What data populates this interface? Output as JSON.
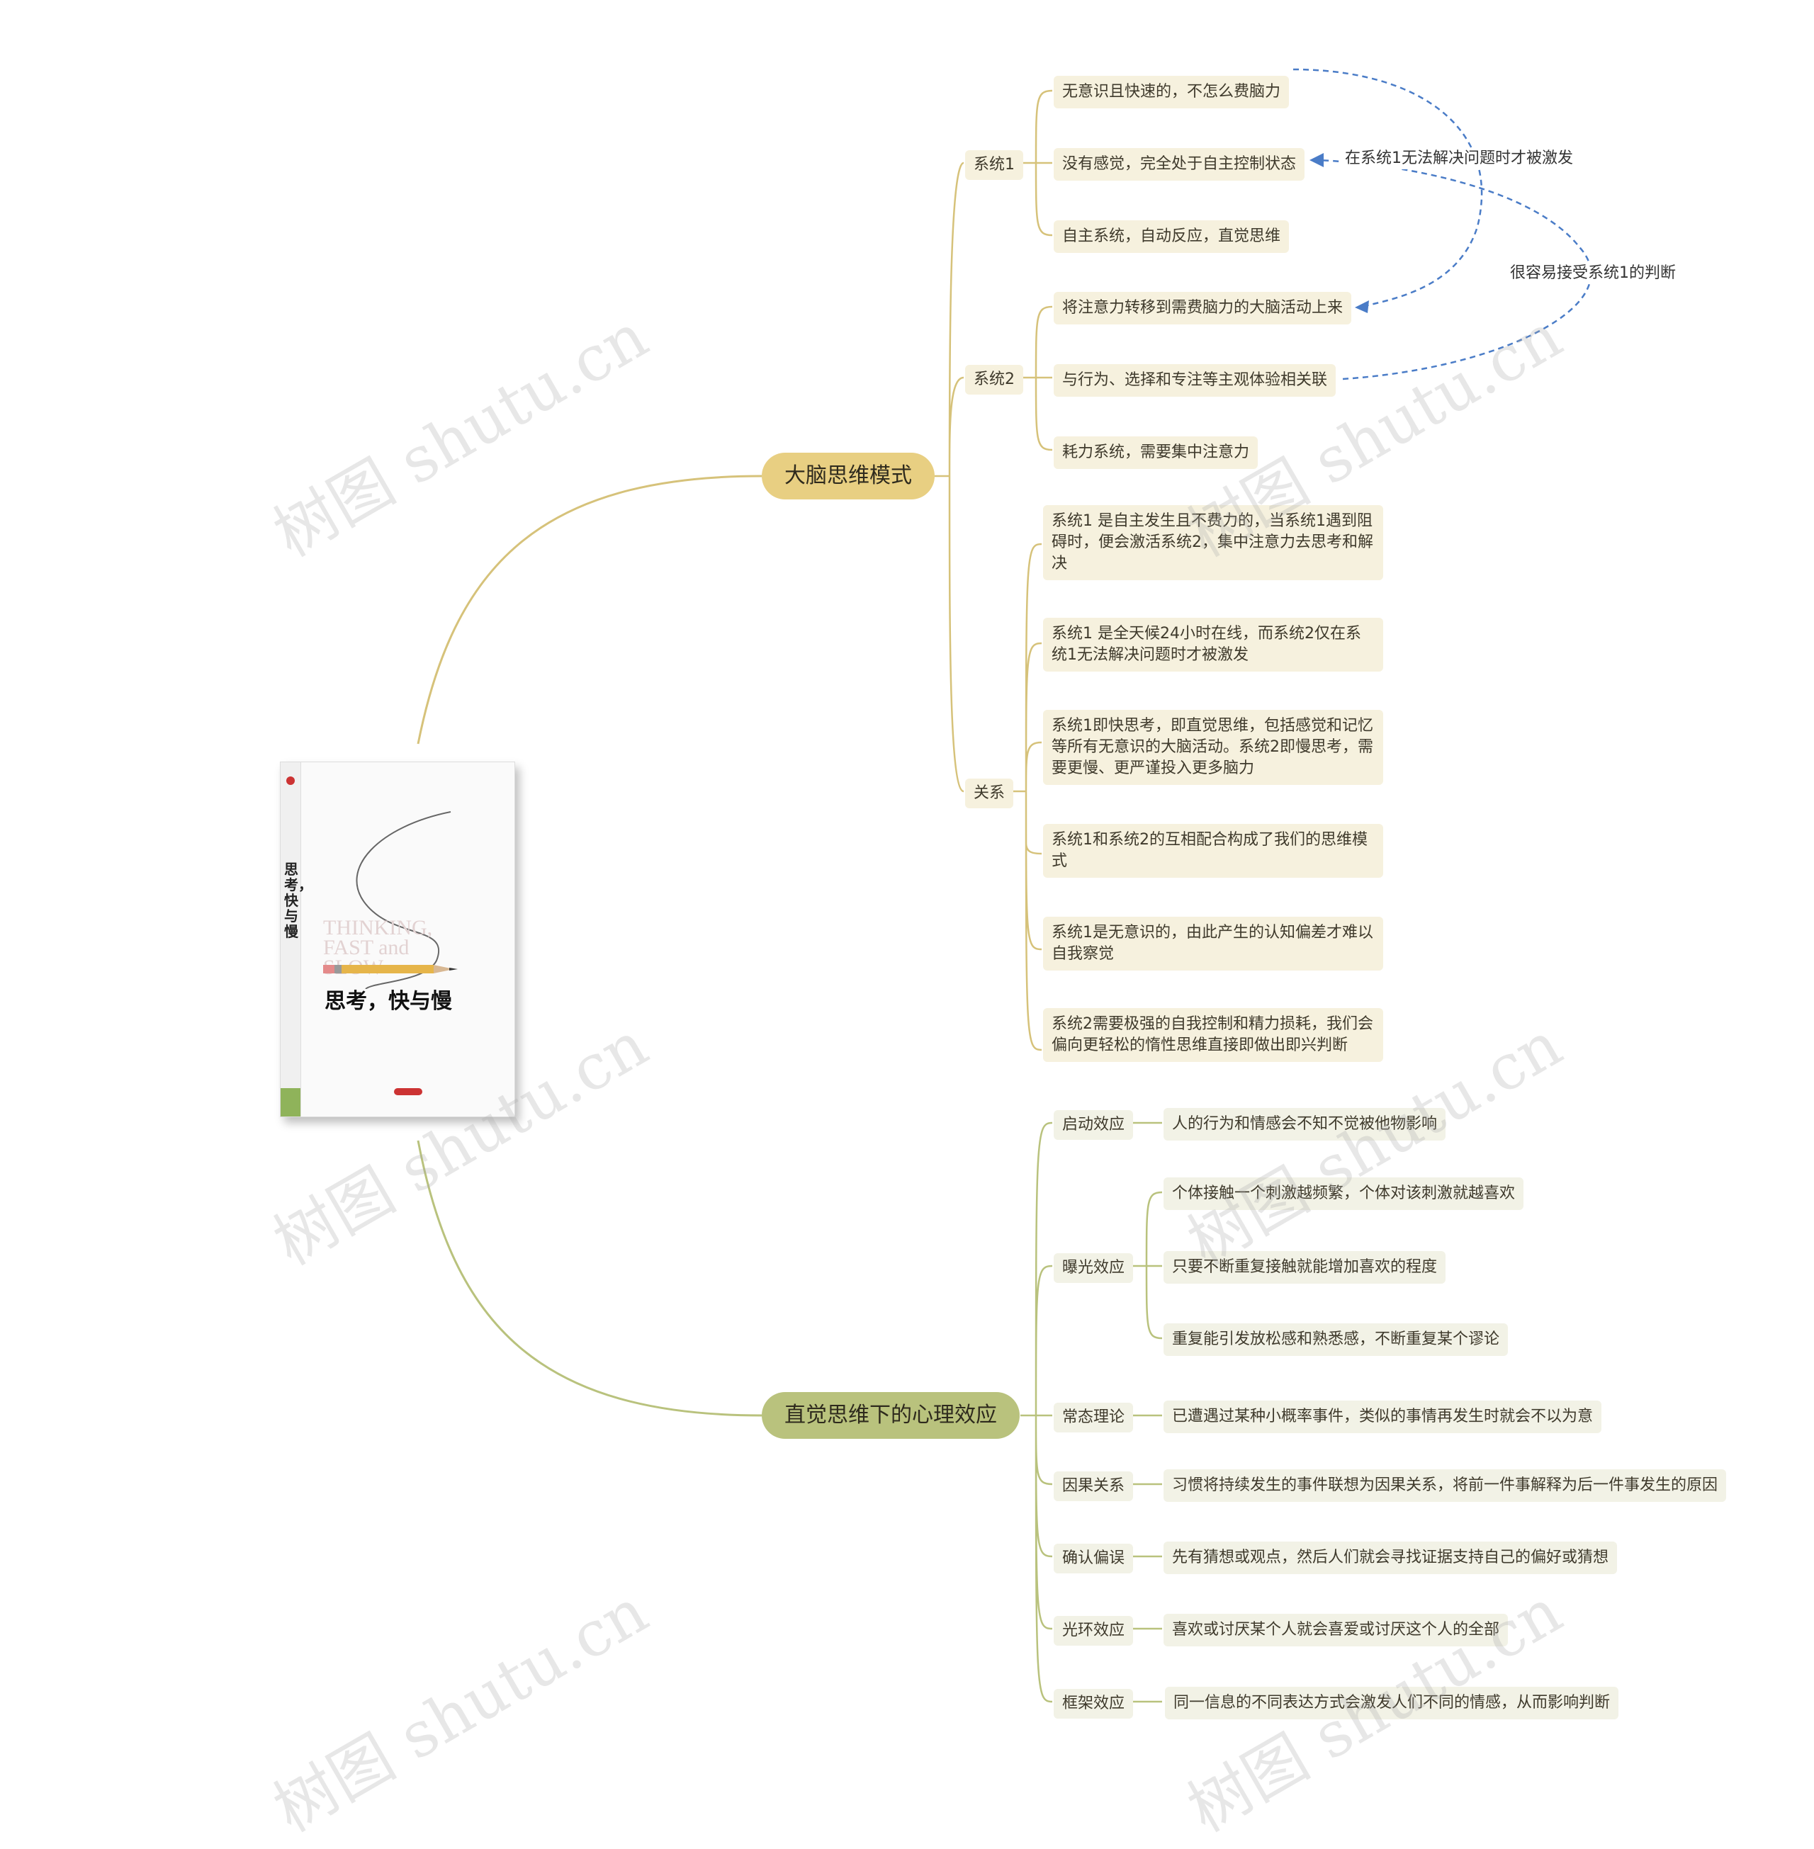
{
  "book": {
    "vertical_title": "思考，快与慢",
    "english_title": "THINKING, FAST and SLOW",
    "title": "思考，快与慢"
  },
  "branch1": {
    "label": "大脑思维模式",
    "system1": {
      "label": "系统1",
      "items": [
        "无意识且快速的，不怎么费脑力",
        "没有感觉，完全处于自主控制状态",
        "自主系统，自动反应，直觉思维"
      ]
    },
    "system2": {
      "label": "系统2",
      "items": [
        "将注意力转移到需费脑力的大脑活动上来",
        "与行为、选择和专注等主观体验相关联",
        "耗力系统，需要集中注意力"
      ]
    },
    "relation": {
      "label": "关系",
      "items": [
        "系统1 是自主发生且不费力的，当系统1遇到阻碍时，便会激活系统2，集中注意力去思考和解决",
        "系统1 是全天候24小时在线，而系统2仅在系统1无法解决问题时才被激发",
        "系统1即快思考，即直觉思维，包括感觉和记忆等所有无意识的大脑活动。系统2即慢思考，需要更慢、更严谨投入更多脑力",
        "系统1和系统2的互相配合构成了我们的思维模式",
        "系统1是无意识的，由此产生的认知偏差才难以自我察觉",
        "系统2需要极强的自我控制和精力损耗，我们会偏向更轻松的惰性思维直接即做出即兴判断"
      ]
    },
    "links": {
      "note1": "在系统1无法解决问题时才被激发",
      "note2": "很容易接受系统1的判断"
    }
  },
  "branch2": {
    "label": "直觉思维下的心理效应",
    "effects": [
      {
        "label": "启动效应",
        "items": [
          "人的行为和情感会不知不觉被他物影响"
        ]
      },
      {
        "label": "曝光效应",
        "items": [
          "个体接触一个刺激越频繁，个体对该刺激就越喜欢",
          "只要不断重复接触就能增加喜欢的程度",
          "重复能引发放松感和熟悉感，不断重复某个谬论"
        ]
      },
      {
        "label": "常态理论",
        "items": [
          "已遭遇过某种小概率事件，类似的事情再发生时就会不以为意"
        ]
      },
      {
        "label": "因果关系",
        "items": [
          "习惯将持续发生的事件联想为因果关系，将前一件事解释为后一件事发生的原因"
        ]
      },
      {
        "label": "确认偏误",
        "items": [
          "先有猜想或观点，然后人们就会寻找证据支持自己的偏好或猜想"
        ]
      },
      {
        "label": "光环效应",
        "items": [
          "喜欢或讨厌某个人就会喜爱或讨厌这个人的全部"
        ]
      },
      {
        "label": "框架效应",
        "items": [
          "同一信息的不同表达方式会激发人们不同的情感，从而影响判断"
        ]
      }
    ]
  },
  "watermark": "树图 shutu.cn",
  "colors": {
    "branch1": "#e8cf82",
    "branch2": "#b9c27d",
    "line1": "#d6c27a",
    "line2": "#b9c27d",
    "dashed": "#4a7cc7"
  }
}
